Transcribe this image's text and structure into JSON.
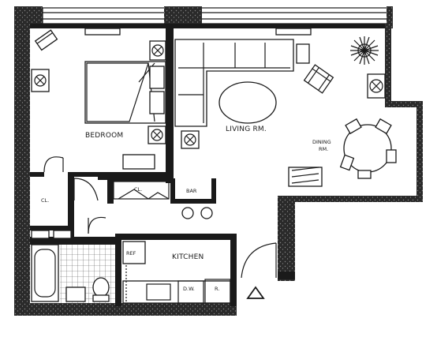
{
  "rooms": {
    "bedroom": "BEDROOM",
    "living": "LIVING RM.",
    "dining_line1": "DINING",
    "dining_line2": "RM.",
    "kitchen": "KITCHEN",
    "closet_left": "CL.",
    "closet_center": "CL.",
    "bar": "BAR",
    "refrigerator": "R.",
    "dishwasher": "D.W.",
    "fridge_box": "REF"
  },
  "colors": {
    "ink": "#1a1a1a",
    "paper": "#ffffff"
  },
  "icons": [
    "north-arrow-icon",
    "plant-icon",
    "lamp-icon"
  ]
}
